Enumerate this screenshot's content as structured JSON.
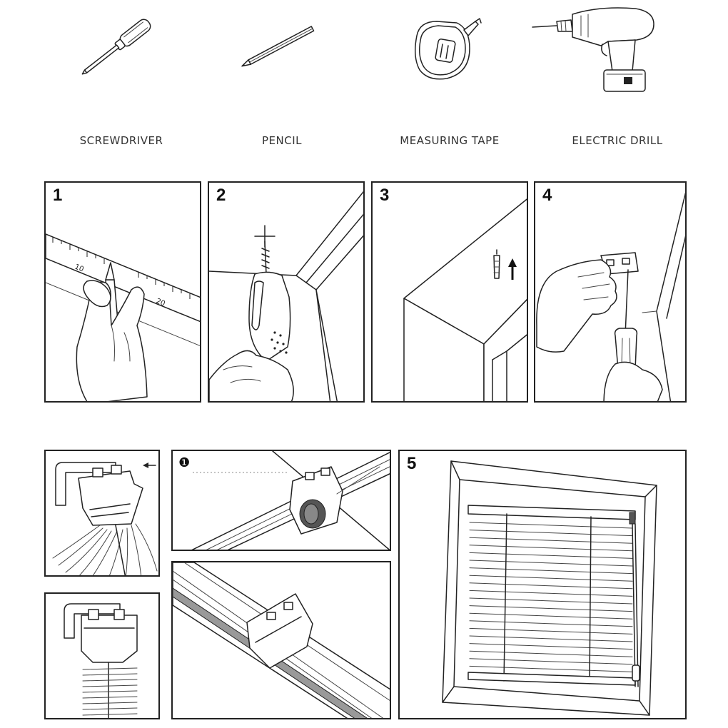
{
  "tools": [
    {
      "label": "SCREWDRIVER",
      "icon": "screwdriver-icon"
    },
    {
      "label": "PENCIL",
      "icon": "pencil-icon"
    },
    {
      "label": "MEASURING TAPE",
      "icon": "measuring-tape-icon"
    },
    {
      "label": "ELECTRIC DRILL",
      "icon": "electric-drill-icon"
    }
  ],
  "steps": [
    {
      "number": "1",
      "ruler_marks": [
        "10",
        "20"
      ]
    },
    {
      "number": "2"
    },
    {
      "number": "3"
    },
    {
      "number": "4"
    },
    {
      "number": "5"
    }
  ],
  "detail_marker": "❶"
}
